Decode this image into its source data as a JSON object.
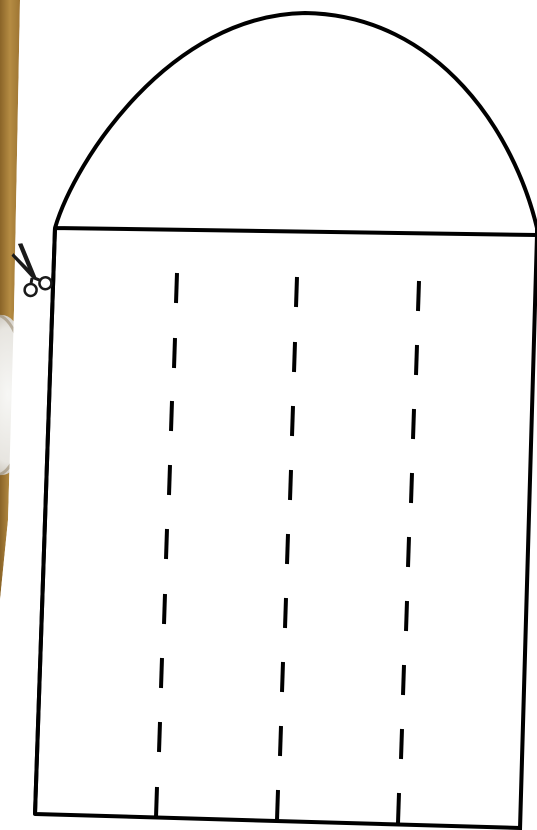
{
  "scene": {
    "kind": "printable cut-out template photo",
    "colors": {
      "background_left": "#a9803a",
      "paper": "#ffffff",
      "outline": "#000000",
      "dash": "#000000"
    },
    "icons": {
      "cut_marker": "scissors-icon"
    },
    "template": {
      "shape": "arched-top panel",
      "dashed_cut_lines": 3,
      "dashes_per_line": 9
    }
  }
}
